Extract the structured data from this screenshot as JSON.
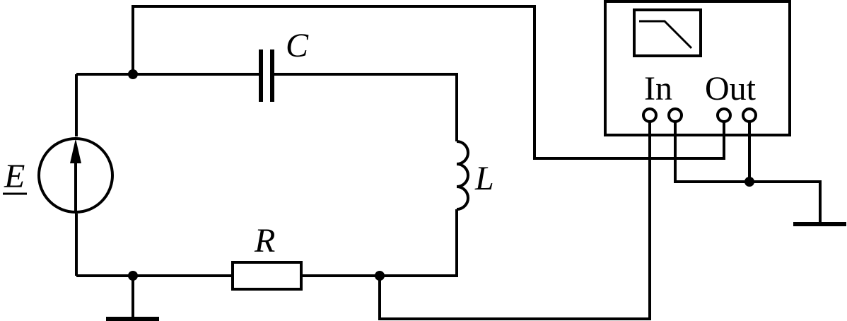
{
  "labels": {
    "capacitor": "C",
    "inductor": "L",
    "resistor": "R",
    "source": "E",
    "input": "In",
    "output": "Out"
  },
  "colors": {
    "stroke": "#000000",
    "background": "#ffffff"
  }
}
